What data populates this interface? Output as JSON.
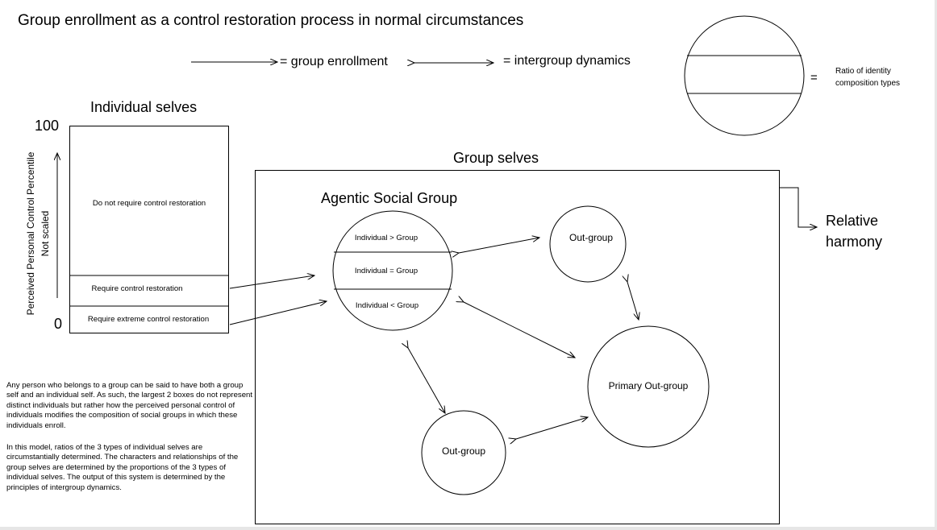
{
  "title": "Group enrollment as a control restoration process in normal circumstances",
  "legend": {
    "enrollment": "= group enrollment",
    "dynamics": "= intergroup dynamics",
    "equals": "=",
    "ratio_line1": "Ratio of identity",
    "ratio_line2": "composition types"
  },
  "individual": {
    "heading": "Individual selves",
    "axis_max": "100",
    "axis_min": "0",
    "axis_label": "Perceived Personal Control Percentile",
    "axis_note": "Not scaled",
    "boxes": [
      "Do not require control restoration",
      "Require control restoration",
      "Require extreme control restoration"
    ]
  },
  "group": {
    "heading": "Group selves",
    "agentic_heading": "Agentic Social Group",
    "agentic_rows": [
      "Individual > Group",
      "Individual = Group",
      "Individual < Group"
    ],
    "outgroup_top": "Out-group",
    "outgroup_bottom": "Out-group",
    "primary": "Primary Out-group",
    "output_line1": "Relative",
    "output_line2": "harmony"
  },
  "notes": [
    "Any person who belongs to a group can be said to have both a group self and an individual self. As such, the largest 2 boxes do not represent distinct individuals but rather how the perceived personal control of individuals modifies the composition of social groups in which these individuals enroll.",
    "In this model, ratios of the 3 types of individual selves are circumstantially determined. The characters and relationships of the group selves are determined by the proportions of the 3 types of individual selves. The output of this system is determined by the principles of intergroup dynamics."
  ]
}
